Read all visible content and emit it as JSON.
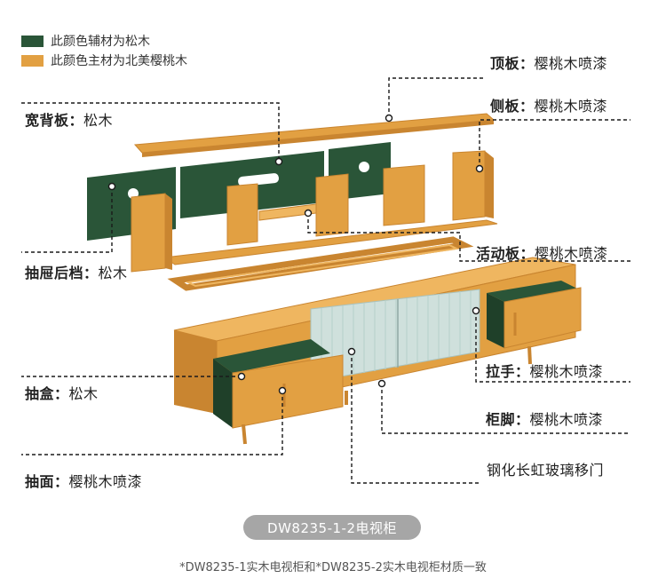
{
  "legend": [
    {
      "color": "#2a5538",
      "text": "此颜色辅材为松木"
    },
    {
      "color": "#e2a042",
      "text": "此颜色主材为北美樱桃木"
    }
  ],
  "colors": {
    "main_wood": "#e2a042",
    "main_wood_dark": "#c98530",
    "main_wood_light": "#efb660",
    "aux_pine": "#2a5538",
    "glass": "#cfe0dc",
    "leader": "#1a1a1a"
  },
  "callouts": {
    "top_panel": {
      "part": "顶板：",
      "material": "樱桃木喷漆"
    },
    "side_panel": {
      "part": "侧板：",
      "material": "樱桃木喷漆"
    },
    "back_panel": {
      "part": "宽背板：",
      "material": "松木"
    },
    "drawer_back": {
      "part": "抽屉后档：",
      "material": "松木"
    },
    "shelf": {
      "part": "活动板：",
      "material": "樱桃木喷漆"
    },
    "handle": {
      "part": "拉手：",
      "material": "樱桃木喷漆"
    },
    "drawer_box": {
      "part": "抽盒：",
      "material": "松木"
    },
    "leg": {
      "part": "柜脚：",
      "material": "樱桃木喷漆"
    },
    "drawer_face": {
      "part": "抽面：",
      "material": "樱桃木喷漆"
    },
    "glass_door": {
      "part": "",
      "material": "钢化长虹玻璃移门"
    }
  },
  "model": "DW8235-1-2电视柜",
  "footnote": "*DW8235-1实木电视柜和*DW8235-2实木电视柜材质一致"
}
